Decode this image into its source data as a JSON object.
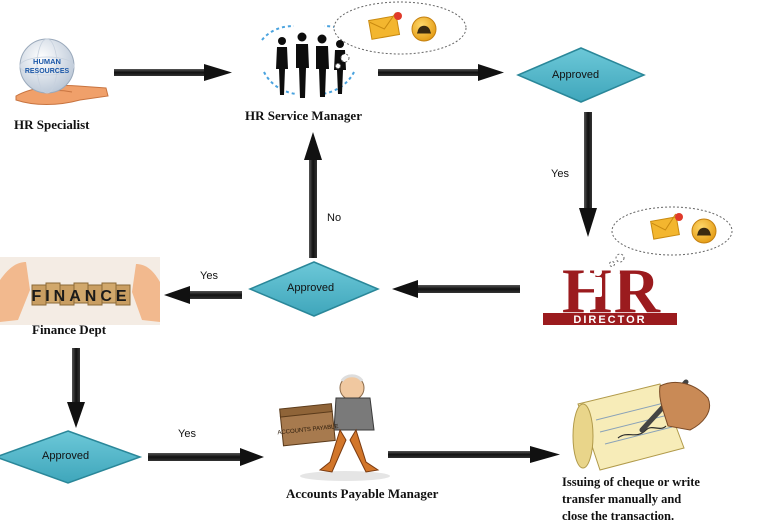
{
  "nodes": {
    "hr_specialist": {
      "label": "HR Specialist",
      "globe_text": [
        "HUMAN",
        "RESOURCES"
      ]
    },
    "hr_service_manager": {
      "label": "HR Service Manager"
    },
    "approved_1": {
      "label": "Approved"
    },
    "hr_director": {
      "logo_text": "HR",
      "logo_subtext": "DIRECTOR"
    },
    "approved_2": {
      "label": "Approved"
    },
    "finance_dept": {
      "label": "Finance Dept",
      "sign_text": "FINANCE"
    },
    "approved_3": {
      "label": "Approved"
    },
    "accounts_payable_manager": {
      "label": "Accounts Payable Manager",
      "box_text": "ACCOUNTS PAYABLE"
    },
    "issue_cheque": {
      "label_lines": [
        "Issuing of cheque or write",
        "transfer manually and",
        "close the transaction."
      ]
    }
  },
  "edge_labels": {
    "yes_1": "Yes",
    "no": "No",
    "yes_2": "Yes",
    "yes_3": "Yes"
  },
  "colors": {
    "diamond_fill": "#4bb4c8",
    "diamond_stroke": "#2a8799",
    "arrow": "#111111",
    "hr_logo": "#9b1b1e",
    "notification": "#f1b32b"
  },
  "icons": [
    "globe-hand-icon",
    "business-team-icon",
    "speech-bubble-icon",
    "envelope-icon",
    "bell-icon",
    "finance-blocks-icon",
    "worker-with-box-icon",
    "cheque-pen-icon"
  ]
}
